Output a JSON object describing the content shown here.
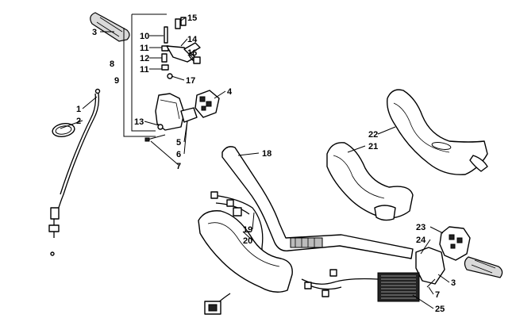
{
  "callouts": {
    "c1": "1",
    "c2": "2",
    "c3a": "3",
    "c3b": "3",
    "c4": "4",
    "c5": "5",
    "c6": "6",
    "c7a": "7",
    "c7b": "7",
    "c8": "8",
    "c9": "9",
    "c10": "10",
    "c11a": "11",
    "c11b": "11",
    "c12": "12",
    "c13": "13",
    "c14": "14",
    "c15": "15",
    "c16": "16",
    "c17": "17",
    "c18": "18",
    "c19": "19",
    "c20": "20",
    "c21": "21",
    "c22": "22",
    "c23": "23",
    "c24": "24",
    "c25": "25"
  },
  "colors": {
    "line": "#000000",
    "background": "#ffffff",
    "grip_fill": "#d9d9d9"
  }
}
